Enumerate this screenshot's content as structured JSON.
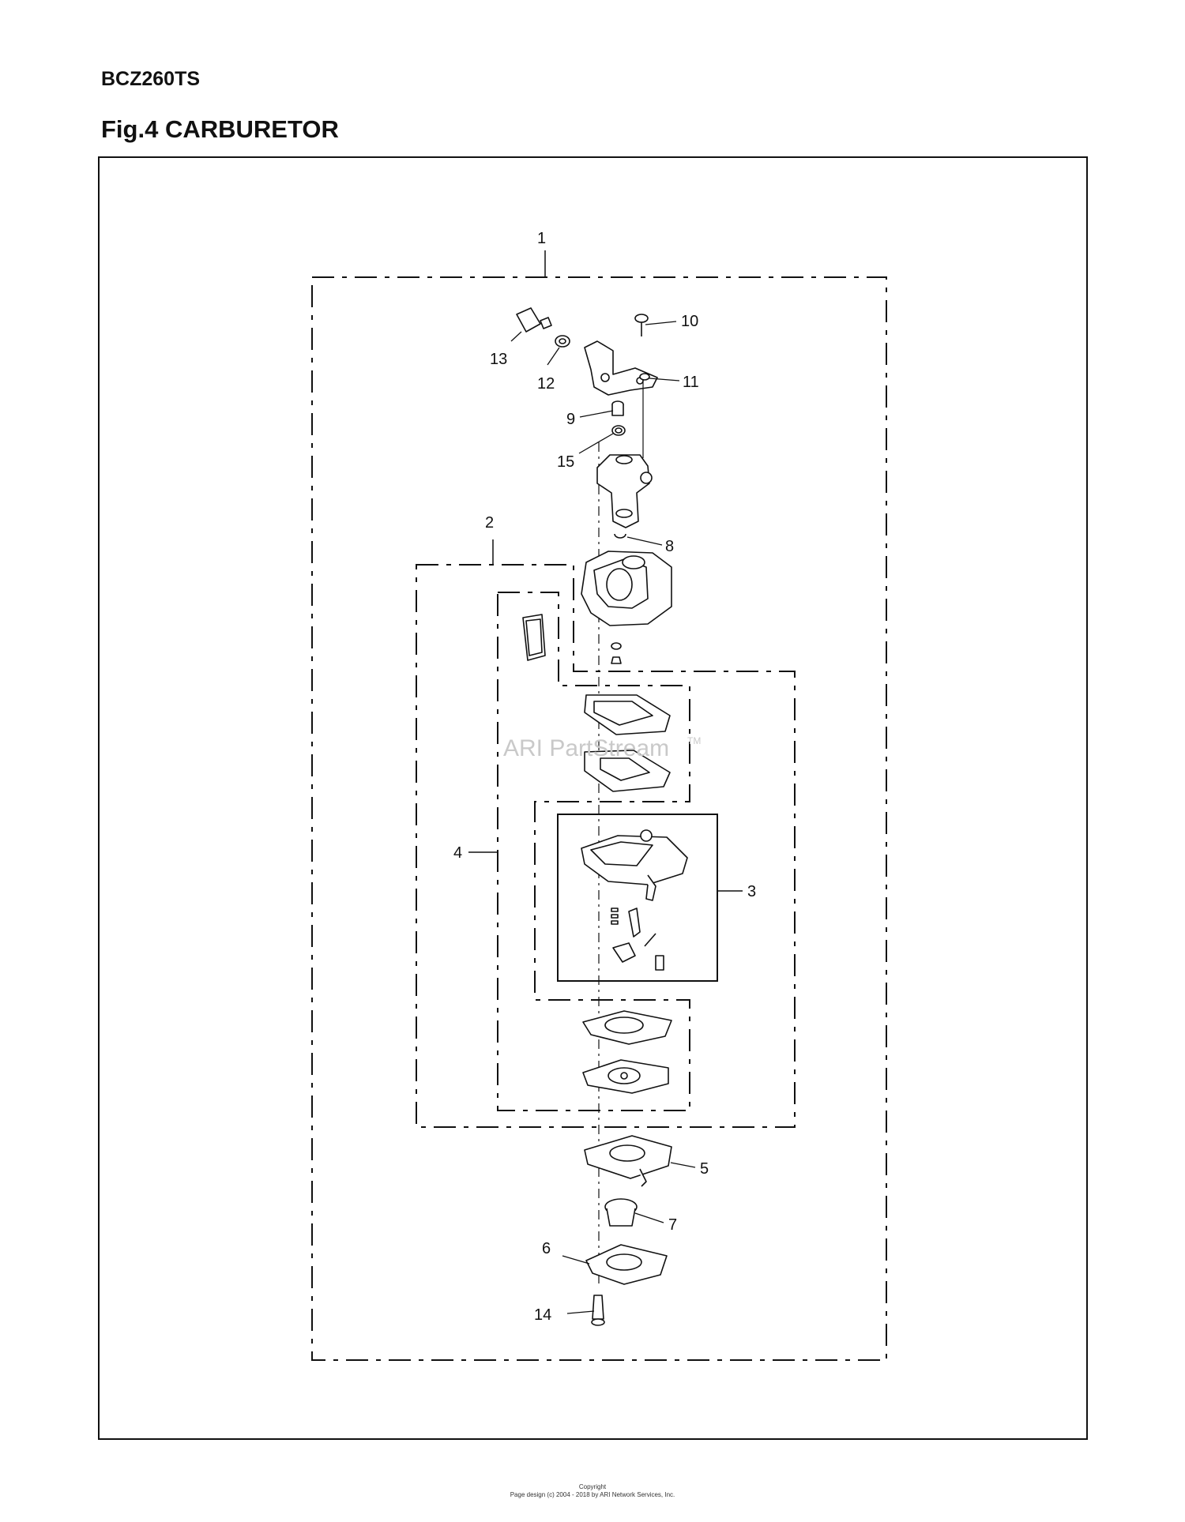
{
  "header": {
    "model": "BCZ260TS",
    "figure_title": "Fig.4 CARBURETOR"
  },
  "watermark": {
    "text": "ARI PartStream",
    "trademark": "TM"
  },
  "callouts": {
    "c1": "1",
    "c2": "2",
    "c3": "3",
    "c4": "4",
    "c5": "5",
    "c6": "6",
    "c7": "7",
    "c8": "8",
    "c9": "9",
    "c10": "10",
    "c11": "11",
    "c12": "12",
    "c13": "13",
    "c14": "14",
    "c15": "15"
  },
  "footer": {
    "copyright_label": "Copyright",
    "page_design": "Page design (c) 2004 - 2018 by ARI Network Services, Inc."
  }
}
